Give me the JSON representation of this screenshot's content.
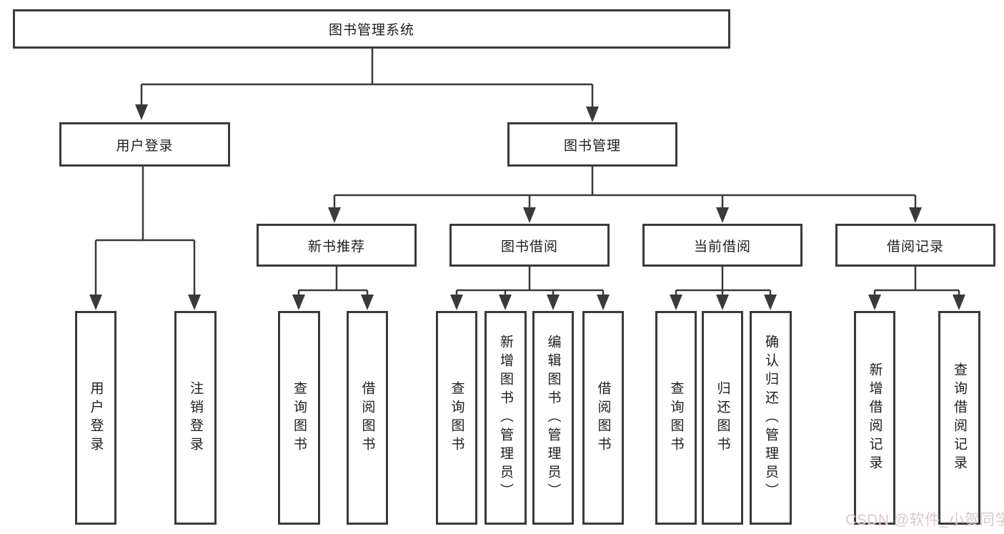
{
  "diagram": {
    "root": {
      "label": "图书管理系统"
    },
    "branches": [
      {
        "label": "用户登录",
        "leaves": [
          {
            "label": "用户登录"
          },
          {
            "label": "注销登录"
          }
        ]
      },
      {
        "label": "图书管理",
        "groups": [
          {
            "label": "新书推荐",
            "leaves": [
              {
                "label": "查询图书"
              },
              {
                "label": "借阅图书"
              }
            ]
          },
          {
            "label": "图书借阅",
            "leaves": [
              {
                "label": "查询图书"
              },
              {
                "label": "新增图书（管理员）"
              },
              {
                "label": "编辑图书（管理员）"
              },
              {
                "label": "借阅图书"
              }
            ]
          },
          {
            "label": "当前借阅",
            "leaves": [
              {
                "label": "查询图书"
              },
              {
                "label": "归还图书"
              },
              {
                "label": "确认归还（管理员）"
              }
            ]
          },
          {
            "label": "借阅记录",
            "leaves": [
              {
                "label": "新增借阅记录"
              },
              {
                "label": "查询借阅记录"
              }
            ]
          }
        ]
      }
    ]
  },
  "watermark": {
    "text": "CSDN @软件_小贺同学",
    "color": "#d9c5c5"
  },
  "colors": {
    "line": "#3a3a3a",
    "text": "#1d1d1d",
    "background": "#ffffff"
  }
}
